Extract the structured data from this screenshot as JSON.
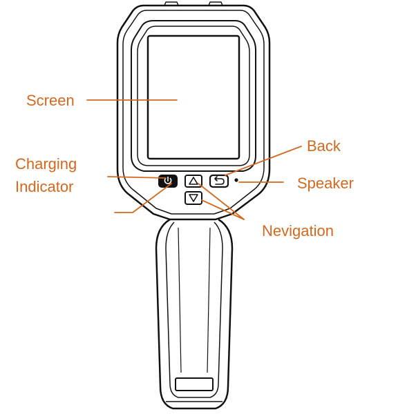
{
  "diagram": {
    "callouts": [
      {
        "id": "screen",
        "text": "Screen"
      },
      {
        "id": "charging",
        "text": "Charging"
      },
      {
        "id": "indicator",
        "text": "Indicator"
      },
      {
        "id": "back",
        "text": "Back"
      },
      {
        "id": "speaker",
        "text": "Speaker"
      },
      {
        "id": "navigation",
        "text": "Nevigation"
      }
    ],
    "colors": {
      "label": "#d2691e",
      "leader": "#d2691e",
      "outline": "#111111",
      "background": "#ffffff"
    },
    "icons": {
      "power": "power-icon",
      "up": "triangle-up-icon",
      "down": "triangle-down-icon",
      "back": "return-arrow-icon"
    }
  }
}
